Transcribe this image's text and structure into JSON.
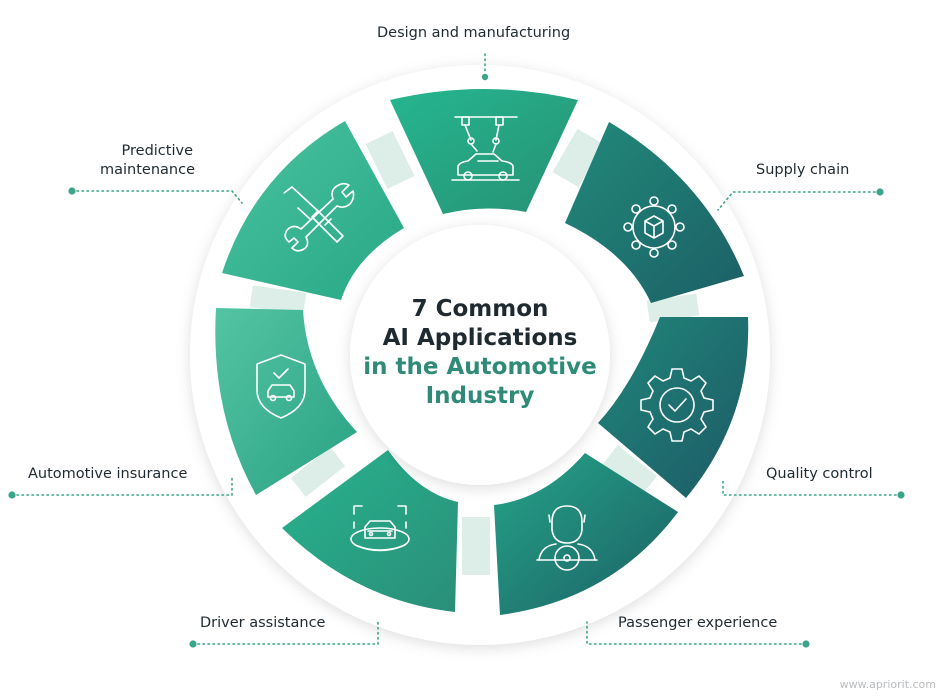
{
  "title": {
    "line1": "7 Common",
    "line2": "AI Applications",
    "line3": "in the Automotive",
    "line4": "Industry"
  },
  "segments": [
    {
      "label": "Design and manufacturing",
      "icon": "robotic-arm-car-icon"
    },
    {
      "label": "Supply chain",
      "icon": "network-box-icon"
    },
    {
      "label": "Quality control",
      "icon": "gear-check-icon"
    },
    {
      "label": "Passenger experience",
      "icon": "driver-steering-wheel-icon"
    },
    {
      "label": "Driver assistance",
      "icon": "car-scan-icon"
    },
    {
      "label": "Automotive insurance",
      "icon": "shield-car-icon"
    },
    {
      "label": "Predictive maintenance",
      "label_line1": "Predictive",
      "label_line2": "maintenance",
      "icon": "wrench-screwdriver-icon"
    }
  ],
  "colors": {
    "teal_light": "#2bb792",
    "teal_dark": "#1e6469",
    "connector": "#dceee7",
    "accent_text": "#2f8a78",
    "dot": "#3aa58a"
  },
  "watermark": "www.apriorit.com"
}
